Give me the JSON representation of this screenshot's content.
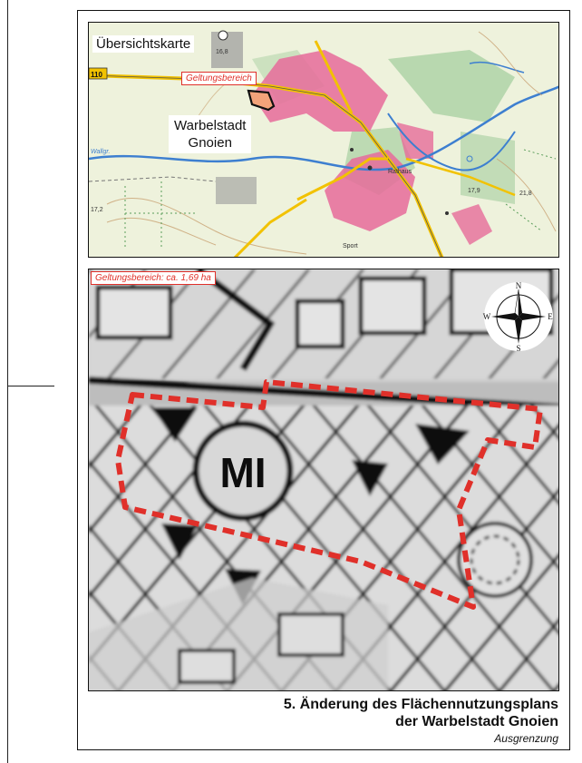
{
  "overview_map": {
    "title": "Übersichtskarte",
    "town_name_line1": "Warbelstadt",
    "town_name_line2": "Gnoien",
    "scope_label": "Geltungsbereich",
    "road_number": "110",
    "spot_heights": [
      "16,8",
      "17,2",
      "21,8",
      "17,9"
    ],
    "place_labels": [
      "Sport",
      "Rathaus",
      "Wallgr."
    ]
  },
  "detail_map": {
    "scope_label": "Geltungsbereich: ca. 1,69 ha",
    "zone_label": "MI",
    "compass": {
      "north": "N",
      "south": "S",
      "east": "E",
      "west": "W"
    }
  },
  "title_block": {
    "line1": "5. Änderung des Flächennutzungsplans",
    "line2": "der Warbelstadt Gnoien",
    "subtitle": "Ausgrenzung"
  },
  "colors": {
    "boundary_red": "#e0302a",
    "settlement_pink": "#e66b9a",
    "green_area": "#6fb37a",
    "road_yellow": "#f2c200",
    "water_blue": "#3d7fd0"
  }
}
